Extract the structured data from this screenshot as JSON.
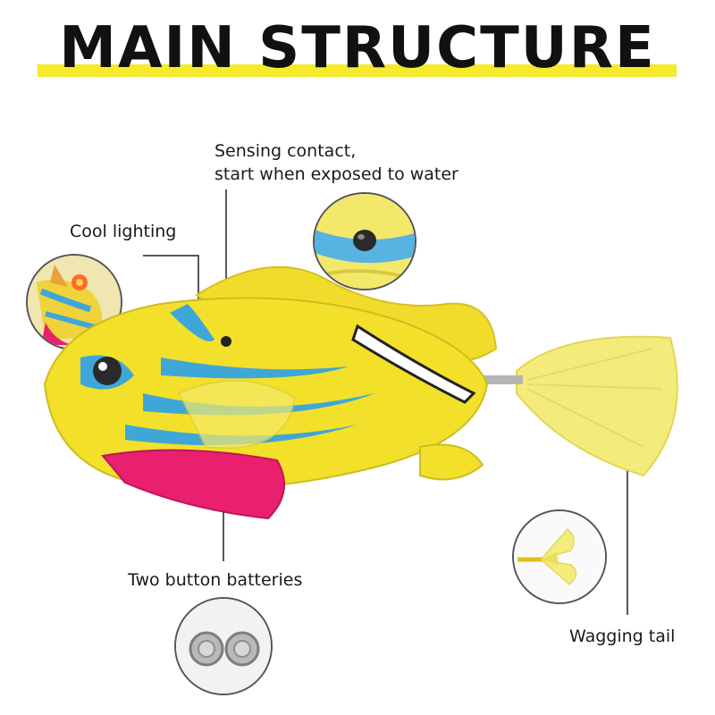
{
  "title": "MAIN STRUCTURE",
  "labels": {
    "sensing_line1": "Sensing contact,",
    "sensing_line2": "start when exposed to water",
    "cool_lighting": "Cool lighting",
    "batteries": "Two button batteries",
    "tail": "Wagging tail"
  },
  "colors": {
    "accent_bar": "#f5ea2c",
    "fish_body": "#f2e02a",
    "fish_stripe": "#3fa6d8",
    "fin_pink": "#e8206e",
    "tail": "#f4ec7a"
  }
}
